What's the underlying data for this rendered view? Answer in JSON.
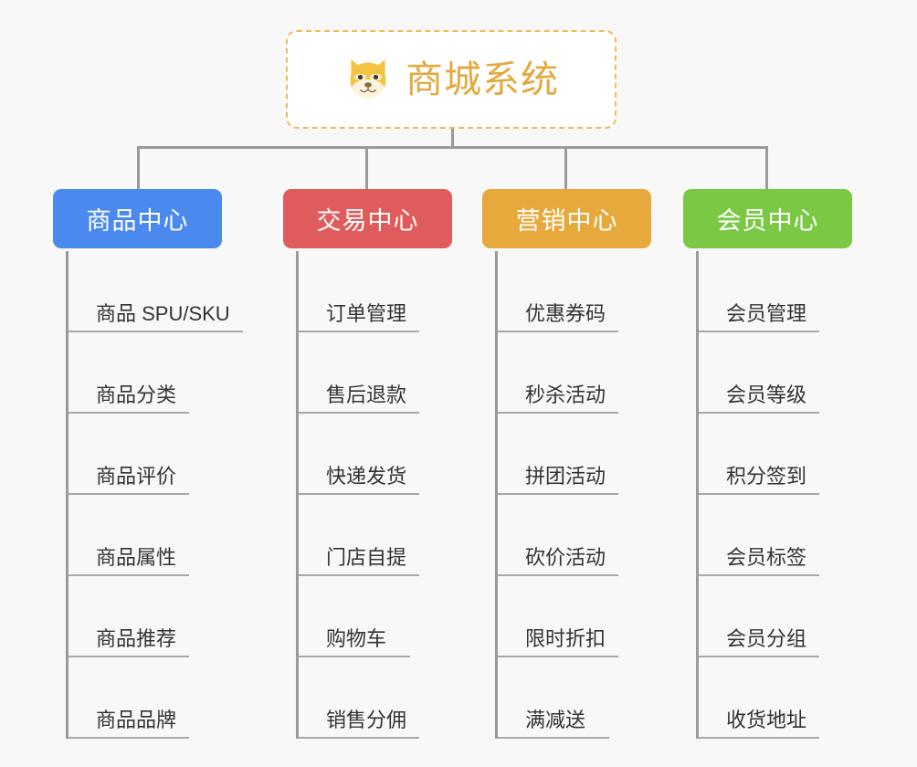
{
  "canvas": {
    "background": "#f8f8f8",
    "line_color": "#9a9a9a",
    "underline_color": "#a8a8a8",
    "leaf_text_color": "#333333"
  },
  "root": {
    "title": "商城系统",
    "icon": "shiba-dog-face-icon",
    "text_color": "#e3a93f",
    "border_color": "#f2b957",
    "background": "#ffffff"
  },
  "columns": [
    {
      "header": "商品中心",
      "color": "#4a89ed",
      "items": [
        "商品 SPU/SKU",
        "商品分类",
        "商品评价",
        "商品属性",
        "商品推荐",
        "商品品牌"
      ]
    },
    {
      "header": "交易中心",
      "color": "#e05c5c",
      "items": [
        "订单管理",
        "售后退款",
        "快递发货",
        "门店自提",
        "购物车",
        "销售分佣"
      ]
    },
    {
      "header": "营销中心",
      "color": "#e8a93c",
      "items": [
        "优惠券码",
        "秒杀活动",
        "拼团活动",
        "砍价活动",
        "限时折扣",
        "满减送"
      ]
    },
    {
      "header": "会员中心",
      "color": "#7bc845",
      "items": [
        "会员管理",
        "会员等级",
        "积分签到",
        "会员标签",
        "会员分组",
        "收货地址"
      ]
    }
  ]
}
